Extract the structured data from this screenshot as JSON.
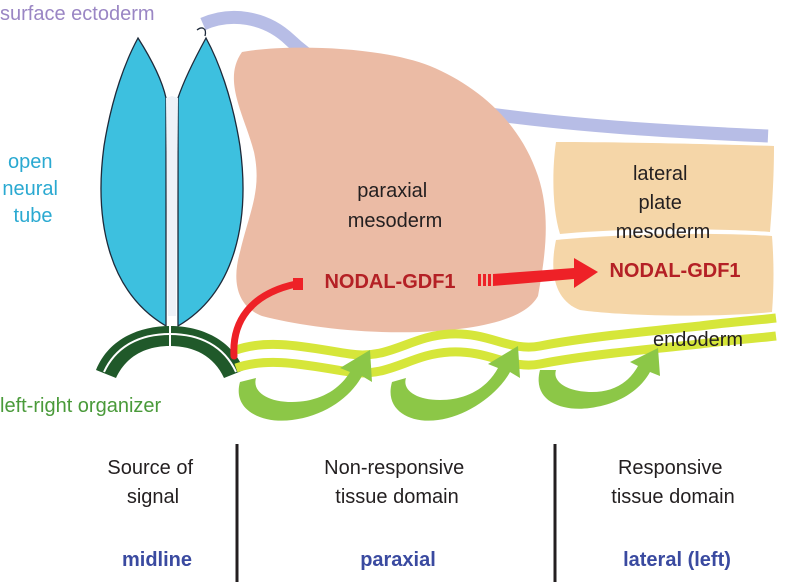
{
  "labels": {
    "surface_ectoderm": "surface ectoderm",
    "open_neural_tube": [
      "open",
      "neural",
      "tube"
    ],
    "paraxial_mesoderm": [
      "paraxial",
      "mesoderm"
    ],
    "lateral_plate_mesoderm": [
      "lateral",
      "plate",
      "mesoderm"
    ],
    "nodal_paraxial": "NODAL-GDF1",
    "nodal_lateral": "NODAL-GDF1",
    "endoderm": "endoderm",
    "left_right_organizer": "left-right organizer"
  },
  "domains": [
    {
      "description": [
        "Source of",
        "signal"
      ],
      "region": "midline"
    },
    {
      "description": [
        "Non-responsive",
        "tissue domain"
      ],
      "region": "paraxial"
    },
    {
      "description": [
        "Responsive",
        "tissue domain"
      ],
      "region": "lateral (left)"
    }
  ],
  "colors": {
    "surface_ectoderm": "#b7bde6",
    "surface_ectoderm_text": "#9a86c4",
    "neural_tube": "#3dc0df",
    "neural_tube_text": "#2aa9d1",
    "paraxial_mesoderm": "#ebbba5",
    "lateral_plate_mesoderm": "#f5d6a8",
    "nodal_text": "#b42025",
    "signal_arrow": "#ee2127",
    "endoderm": "#d6e63a",
    "flow_arrow": "#8cc747",
    "organizer": "#20592a",
    "organizer_text": "#4a9a3a",
    "region_text": "#3a4aa0",
    "body_text": "#231f20"
  }
}
